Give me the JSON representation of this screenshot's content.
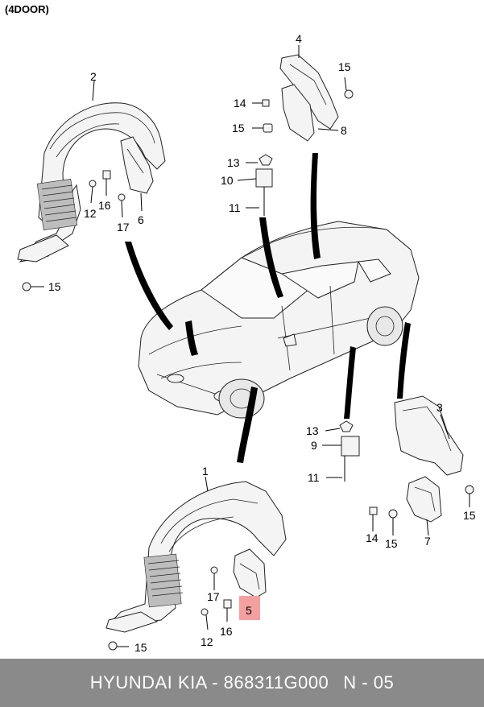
{
  "header": {
    "label": "(4DOOR)"
  },
  "callouts": [
    {
      "name": "callout-2-top-left-liner",
      "text": "2"
    },
    {
      "name": "callout-12-top",
      "text": "12"
    },
    {
      "name": "callout-16-top",
      "text": "16"
    },
    {
      "name": "callout-17-top",
      "text": "17"
    },
    {
      "name": "callout-6",
      "text": "6"
    },
    {
      "name": "callout-15-top-left",
      "text": "15"
    },
    {
      "name": "callout-4",
      "text": "4"
    },
    {
      "name": "callout-15-top-right",
      "text": "15"
    },
    {
      "name": "callout-14-top",
      "text": "14"
    },
    {
      "name": "callout-15-top-mid",
      "text": "15"
    },
    {
      "name": "callout-8",
      "text": "8"
    },
    {
      "name": "callout-13-top",
      "text": "13"
    },
    {
      "name": "callout-10",
      "text": "10"
    },
    {
      "name": "callout-11-top",
      "text": "11"
    },
    {
      "name": "callout-3",
      "text": "3"
    },
    {
      "name": "callout-13-bottom",
      "text": "13"
    },
    {
      "name": "callout-9",
      "text": "9"
    },
    {
      "name": "callout-11-bottom",
      "text": "11"
    },
    {
      "name": "callout-15-right",
      "text": "15"
    },
    {
      "name": "callout-14-bottom",
      "text": "14"
    },
    {
      "name": "callout-15-bottom-right",
      "text": "15"
    },
    {
      "name": "callout-7",
      "text": "7"
    },
    {
      "name": "callout-1",
      "text": "1"
    },
    {
      "name": "callout-17-bottom",
      "text": "17"
    },
    {
      "name": "callout-5",
      "text": "5"
    },
    {
      "name": "callout-12-bottom",
      "text": "12"
    },
    {
      "name": "callout-16-bottom",
      "text": "16"
    },
    {
      "name": "callout-15-bottom",
      "text": "15"
    }
  ],
  "highlight_color": "#f4a0a0",
  "footer": {
    "brand": "HYUNDAI  KIA - 868311G000",
    "page": "N - 05"
  }
}
